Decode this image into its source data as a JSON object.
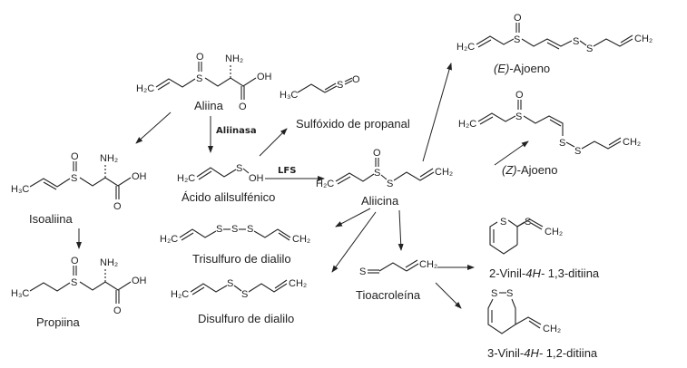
{
  "compounds": {
    "aliina": "Aliina",
    "sulfoxido": "Sulfóxido de propanal",
    "acido": "Ácido alilsulfénico",
    "aliicina": "Aliicina",
    "e_ajoeno_prefix": "(E)",
    "e_ajoeno": "-Ajoeno",
    "z_ajoeno_prefix": "(Z)",
    "z_ajoeno": "-Ajoeno",
    "isoaliina": "Isoaliina",
    "propiina": "Propiina",
    "trisulfuro": "Trisulfuro de dialilo",
    "disulfuro": "Disulfuro de dialilo",
    "tioacroleina": "Tioacroleína",
    "ditiina13_a": "2-Vinil-",
    "ditiina13_b": "4H-",
    "ditiina13_c": " 1,3-ditiina",
    "ditiina12_a": "3-Vinil-",
    "ditiina12_b": "4H-",
    "ditiina12_c": " 1,2-ditiina"
  },
  "enzymes": {
    "aliinasa": "Aliinasa",
    "lfs": "LFS"
  },
  "atoms": {
    "h2c": "H₂C",
    "ch2": "CH₂",
    "h3c": "H₃C",
    "s": "S",
    "o": "O",
    "oh": "OH",
    "nh2": "NH₂"
  }
}
